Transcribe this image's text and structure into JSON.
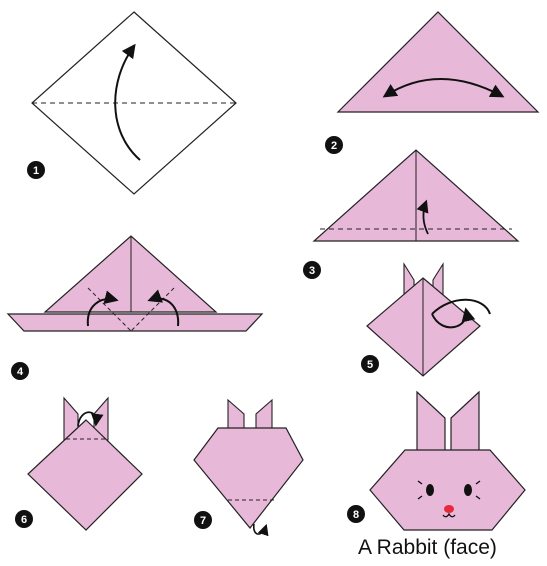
{
  "steps": [
    "1",
    "2",
    "3",
    "4",
    "5",
    "6",
    "7",
    "8"
  ],
  "caption": "A Rabbit (face)",
  "colors": {
    "paper": "#e8b8d8",
    "edge": "#222222",
    "background": "#ffffff",
    "nose": "#e8283c",
    "badge": "#111111"
  }
}
